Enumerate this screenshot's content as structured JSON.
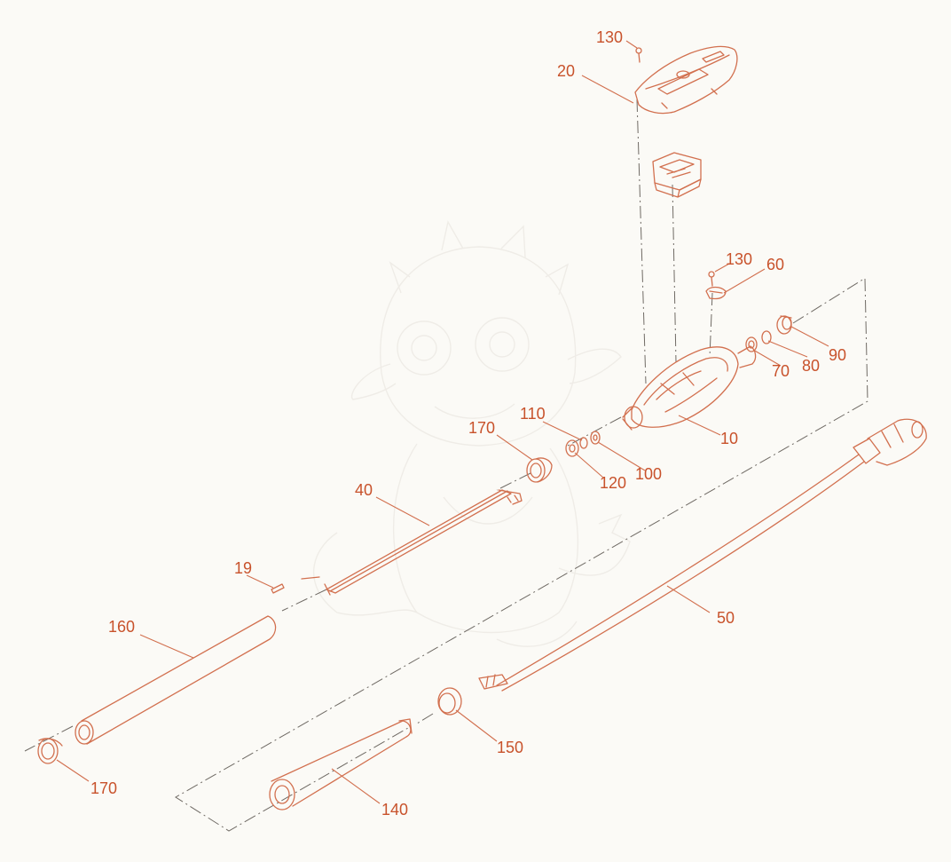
{
  "colors": {
    "background": "#fbfaf6",
    "line": "#d2704f",
    "label": "#c8522b",
    "axis": "#6f6a64",
    "watermark": "#d9d5cc"
  },
  "watermark": {
    "icon": "baby-dragon-mascot-watermark"
  },
  "callouts": [
    {
      "id": "c130a",
      "text": "130"
    },
    {
      "id": "c20",
      "text": "20"
    },
    {
      "id": "c130b",
      "text": "130"
    },
    {
      "id": "c60",
      "text": "60"
    },
    {
      "id": "c90",
      "text": "90"
    },
    {
      "id": "c80",
      "text": "80"
    },
    {
      "id": "c70",
      "text": "70"
    },
    {
      "id": "c10",
      "text": "10"
    },
    {
      "id": "c110",
      "text": "110"
    },
    {
      "id": "c170a",
      "text": "170"
    },
    {
      "id": "c100",
      "text": "100"
    },
    {
      "id": "c120",
      "text": "120"
    },
    {
      "id": "c40",
      "text": "40"
    },
    {
      "id": "c19",
      "text": "19"
    },
    {
      "id": "c50",
      "text": "50"
    },
    {
      "id": "c160",
      "text": "160"
    },
    {
      "id": "c150",
      "text": "150"
    },
    {
      "id": "c170b",
      "text": "170"
    },
    {
      "id": "c140",
      "text": "140"
    }
  ]
}
